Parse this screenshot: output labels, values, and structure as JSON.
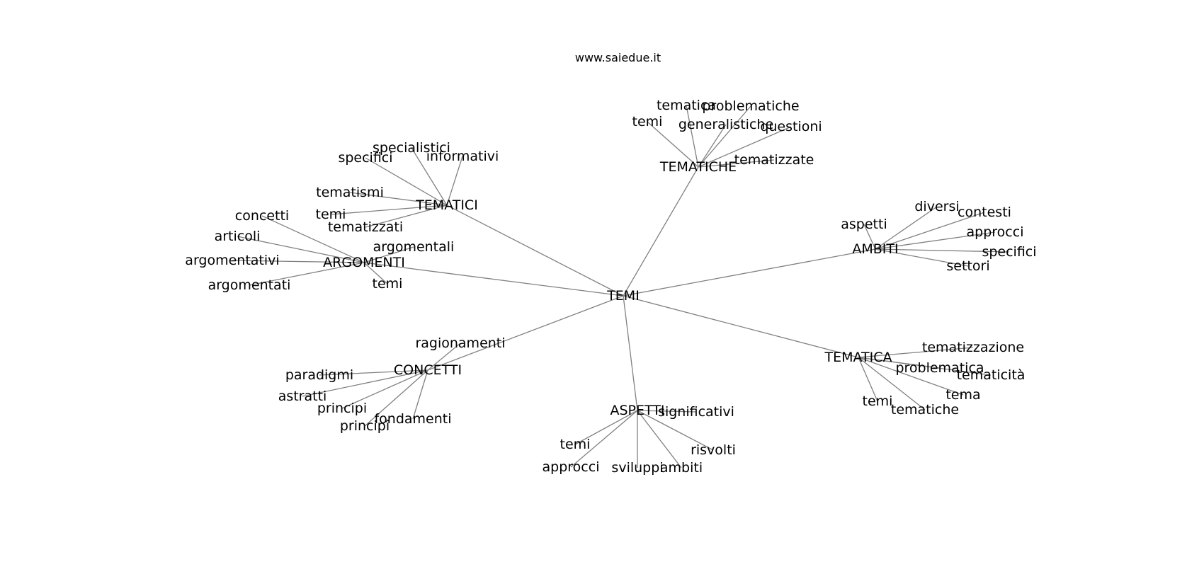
{
  "title": "www.saiedue.it",
  "graph": {
    "root": "TEMI",
    "hubs": [
      {
        "id": "tematiche",
        "label": "TEMATICHE",
        "children": [
          "tematica",
          "problematiche",
          "temi",
          "generalistiche",
          "questioni",
          "tematizzate"
        ]
      },
      {
        "id": "tematici",
        "label": "TEMATICI",
        "children": [
          "specialistici",
          "specifici",
          "informativi",
          "tematismi",
          "temi",
          "tematizzati"
        ]
      },
      {
        "id": "argomenti",
        "label": "ARGOMENTI",
        "children": [
          "concetti",
          "articoli",
          "argomentali",
          "argomentativi",
          "temi",
          "argomentati"
        ]
      },
      {
        "id": "ambiti",
        "label": "AMBITI",
        "children": [
          "diversi",
          "contesti",
          "aspetti",
          "approcci",
          "specifici",
          "settori"
        ]
      },
      {
        "id": "tematica",
        "label": "TEMATICA",
        "children": [
          "tematizzazione",
          "problematica",
          "tematicità",
          "tema",
          "temi",
          "tematiche"
        ]
      },
      {
        "id": "concetti",
        "label": "CONCETTI",
        "children": [
          "ragionamenti",
          "paradigmi",
          "astratti",
          "principi",
          "fondamenti",
          "principî"
        ]
      },
      {
        "id": "aspetti",
        "label": "ASPETTI",
        "children": [
          "significativi",
          "temi",
          "risvolti",
          "approcci",
          "sviluppi",
          "ambiti"
        ]
      }
    ]
  }
}
